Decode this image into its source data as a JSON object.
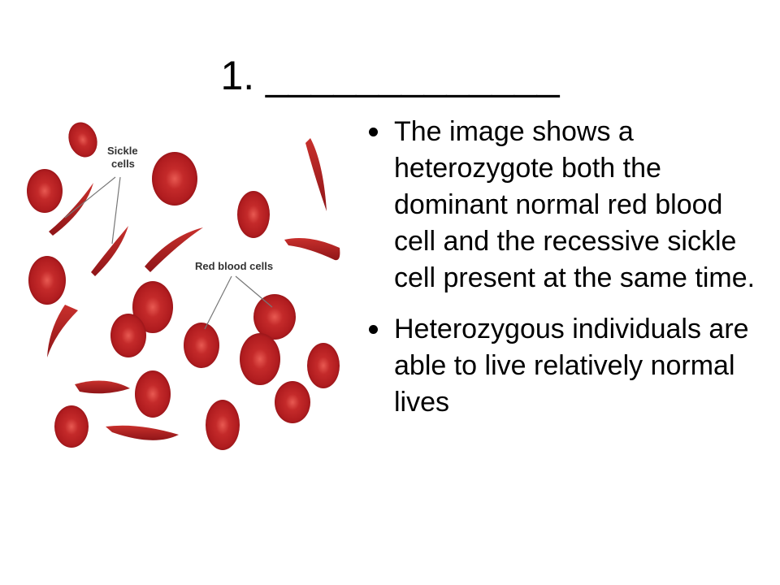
{
  "slide": {
    "title": "1. _____________",
    "figure": {
      "labels": {
        "sickle_line1": "Sickle",
        "sickle_line2": "cells",
        "red": "Red blood cells"
      }
    },
    "bullets": [
      "The image shows a heterozygote both the dominant normal red blood cell and the recessive sickle cell present at the same time.",
      "Heterozygous individuals are able to live relatively normal lives"
    ]
  },
  "colors": {
    "cell_fill": "#b81f24",
    "cell_center": "#e04a45",
    "cell_edge": "#8c1417"
  }
}
